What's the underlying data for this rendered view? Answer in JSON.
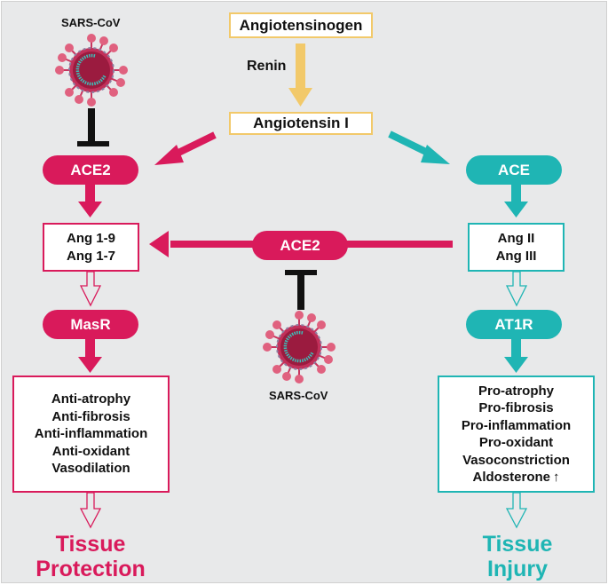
{
  "colors": {
    "background": "#e8e9ea",
    "protective": "#d91a5b",
    "injury": "#1fb5b4",
    "renin": "#f2c96a",
    "inhibition": "#111111"
  },
  "top": {
    "angiotensinogen": "Angiotensinogen",
    "renin": "Renin",
    "angiotensin_i": "Angiotensin I"
  },
  "left_pathway": {
    "enzyme": "ACE2",
    "products": [
      "Ang 1-9",
      "Ang 1-7"
    ],
    "receptor": "MasR",
    "effects": [
      "Anti-atrophy",
      "Anti-fibrosis",
      "Anti-inflammation",
      "Anti-oxidant",
      "Vasodilation"
    ],
    "outcome": [
      "Tissue",
      "Protection"
    ]
  },
  "right_pathway": {
    "enzyme": "ACE",
    "products": [
      "Ang II",
      "Ang III"
    ],
    "receptor": "AT1R",
    "effects": [
      "Pro-atrophy",
      "Pro-fibrosis",
      "Pro-inflammation",
      "Pro-oxidant",
      "Vasoconstriction",
      "Aldosterone"
    ],
    "aldosterone_indicator": "up-arrow",
    "outcome": [
      "Tissue",
      "Injury"
    ]
  },
  "center": {
    "enzyme": "ACE2"
  },
  "viruses": {
    "top_left_label": "SARS-CoV",
    "center_label": "SARS-CoV",
    "icon": "virus-icon",
    "inhibitor_icon": "inhibition-bar-icon"
  }
}
